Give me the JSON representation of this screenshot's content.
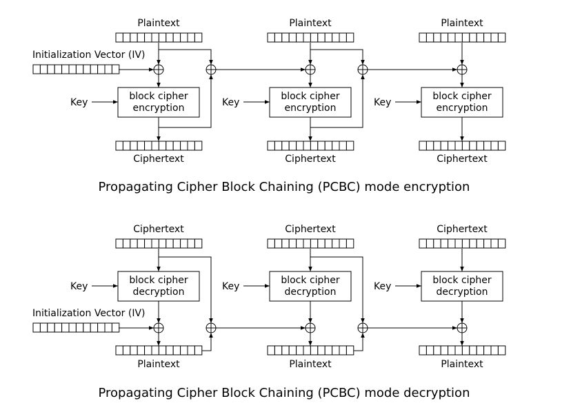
{
  "encryption": {
    "caption": "Propagating Cipher Block Chaining (PCBC) mode encryption",
    "iv_label": "Initialization Vector (IV)",
    "blocks": [
      {
        "input_label": "Plaintext",
        "key_label": "Key",
        "cipher_line1": "block cipher",
        "cipher_line2": "encryption",
        "output_label": "Ciphertext"
      },
      {
        "input_label": "Plaintext",
        "key_label": "Key",
        "cipher_line1": "block cipher",
        "cipher_line2": "encryption",
        "output_label": "Ciphertext"
      },
      {
        "input_label": "Plaintext",
        "key_label": "Key",
        "cipher_line1": "block cipher",
        "cipher_line2": "encryption",
        "output_label": "Ciphertext"
      }
    ]
  },
  "decryption": {
    "caption": "Propagating Cipher Block Chaining (PCBC) mode decryption",
    "iv_label": "Initialization Vector (IV)",
    "blocks": [
      {
        "input_label": "Ciphertext",
        "key_label": "Key",
        "cipher_line1": "block cipher",
        "cipher_line2": "decryption",
        "output_label": "Plaintext"
      },
      {
        "input_label": "Ciphertext",
        "key_label": "Key",
        "cipher_line1": "block cipher",
        "cipher_line2": "decryption",
        "output_label": "Plaintext"
      },
      {
        "input_label": "Ciphertext",
        "key_label": "Key",
        "cipher_line1": "block cipher",
        "cipher_line2": "decryption",
        "output_label": "Plaintext"
      }
    ]
  }
}
